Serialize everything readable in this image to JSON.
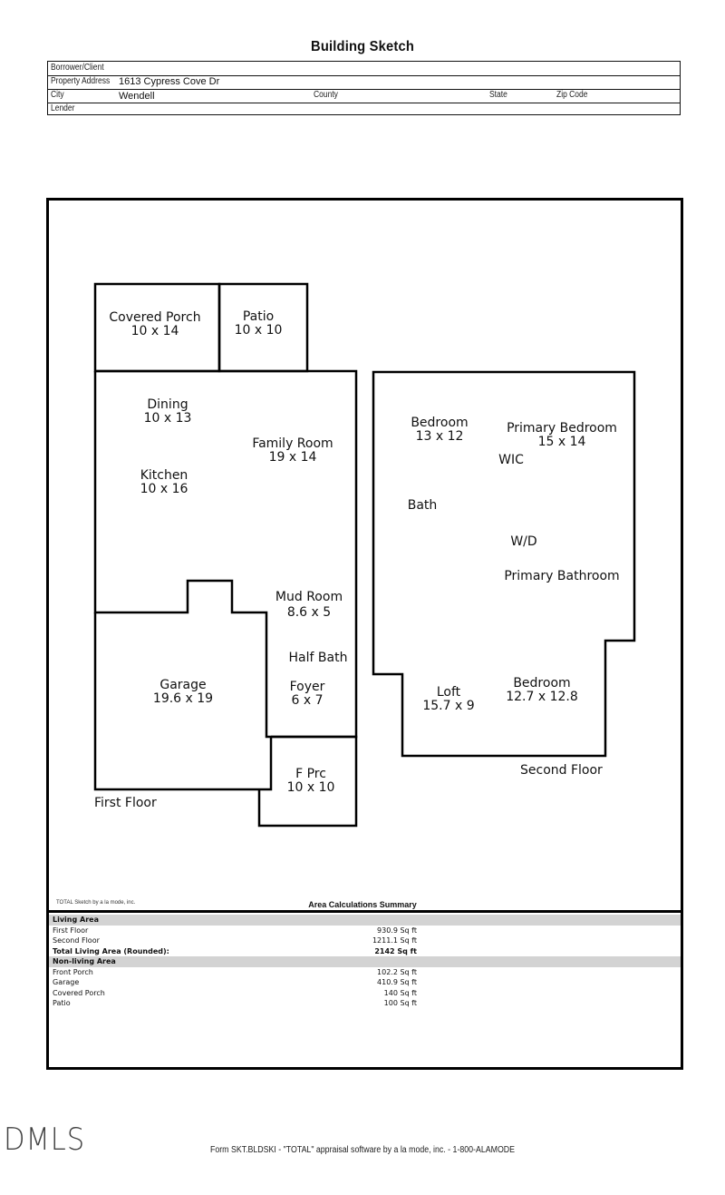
{
  "document": {
    "title": "Building Sketch"
  },
  "header": {
    "borrower_label": "Borrower/Client",
    "borrower_value": "",
    "address_label": "Property Address",
    "address_value": "1613 Cypress Cove Dr",
    "city_label": "City",
    "city_value": "Wendell",
    "county_label": "County",
    "state_label": "State",
    "zip_label": "Zip Code",
    "lender_label": "Lender"
  },
  "sketch": {
    "first_floor": {
      "label": "First Floor",
      "rooms": [
        {
          "name": "Covered Porch",
          "dims": "10 x 14"
        },
        {
          "name": "Patio",
          "dims": "10 x 10"
        },
        {
          "name": "Dining",
          "dims": "10 x 13"
        },
        {
          "name": "Family Room",
          "dims": "19 x 14"
        },
        {
          "name": "Kitchen",
          "dims": "10 x 16"
        },
        {
          "name": "Mud Room",
          "dims": "8.6 x 5"
        },
        {
          "name": "Half Bath",
          "dims": ""
        },
        {
          "name": "Garage",
          "dims": "19.6 x 19"
        },
        {
          "name": "Foyer",
          "dims": "6 x 7"
        },
        {
          "name": "F Prc",
          "dims": "10 x 10"
        }
      ]
    },
    "second_floor": {
      "label": "Second Floor",
      "rooms": [
        {
          "name": "Bedroom",
          "dims": "13 x 12"
        },
        {
          "name": "Primary Bedroom",
          "dims": "15 x 14"
        },
        {
          "name": "WIC",
          "dims": ""
        },
        {
          "name": "Bath",
          "dims": ""
        },
        {
          "name": "W/D",
          "dims": ""
        },
        {
          "name": "Primary Bathroom",
          "dims": ""
        },
        {
          "name": "Loft",
          "dims": "15.7 x 9"
        },
        {
          "name": "Bedroom",
          "dims": "12.7 x 12.8"
        }
      ]
    },
    "credit": "TOTAL Sketch by a la mode, inc."
  },
  "area_summary": {
    "title": "Area Calculations Summary",
    "living": {
      "label": "Living Area",
      "rows": [
        {
          "label": "First Floor",
          "value": "930.9 Sq ft"
        },
        {
          "label": "Second Floor",
          "value": "1211.1 Sq ft"
        }
      ],
      "total_label": "Total Living Area (Rounded):",
      "total_value": "2142 Sq ft"
    },
    "non_living": {
      "label": "Non-living Area",
      "rows": [
        {
          "label": "Front Porch",
          "value": "102.2 Sq ft"
        },
        {
          "label": "Garage",
          "value": "410.9 Sq ft"
        },
        {
          "label": "Covered Porch",
          "value": "140 Sq ft"
        },
        {
          "label": "Patio",
          "value": "100 Sq ft"
        }
      ]
    }
  },
  "footer": {
    "logo": "DMLS",
    "form_text": "Form SKT.BLDSKI - \"TOTAL\" appraisal software by a la mode, inc. - 1-800-ALAMODE"
  }
}
